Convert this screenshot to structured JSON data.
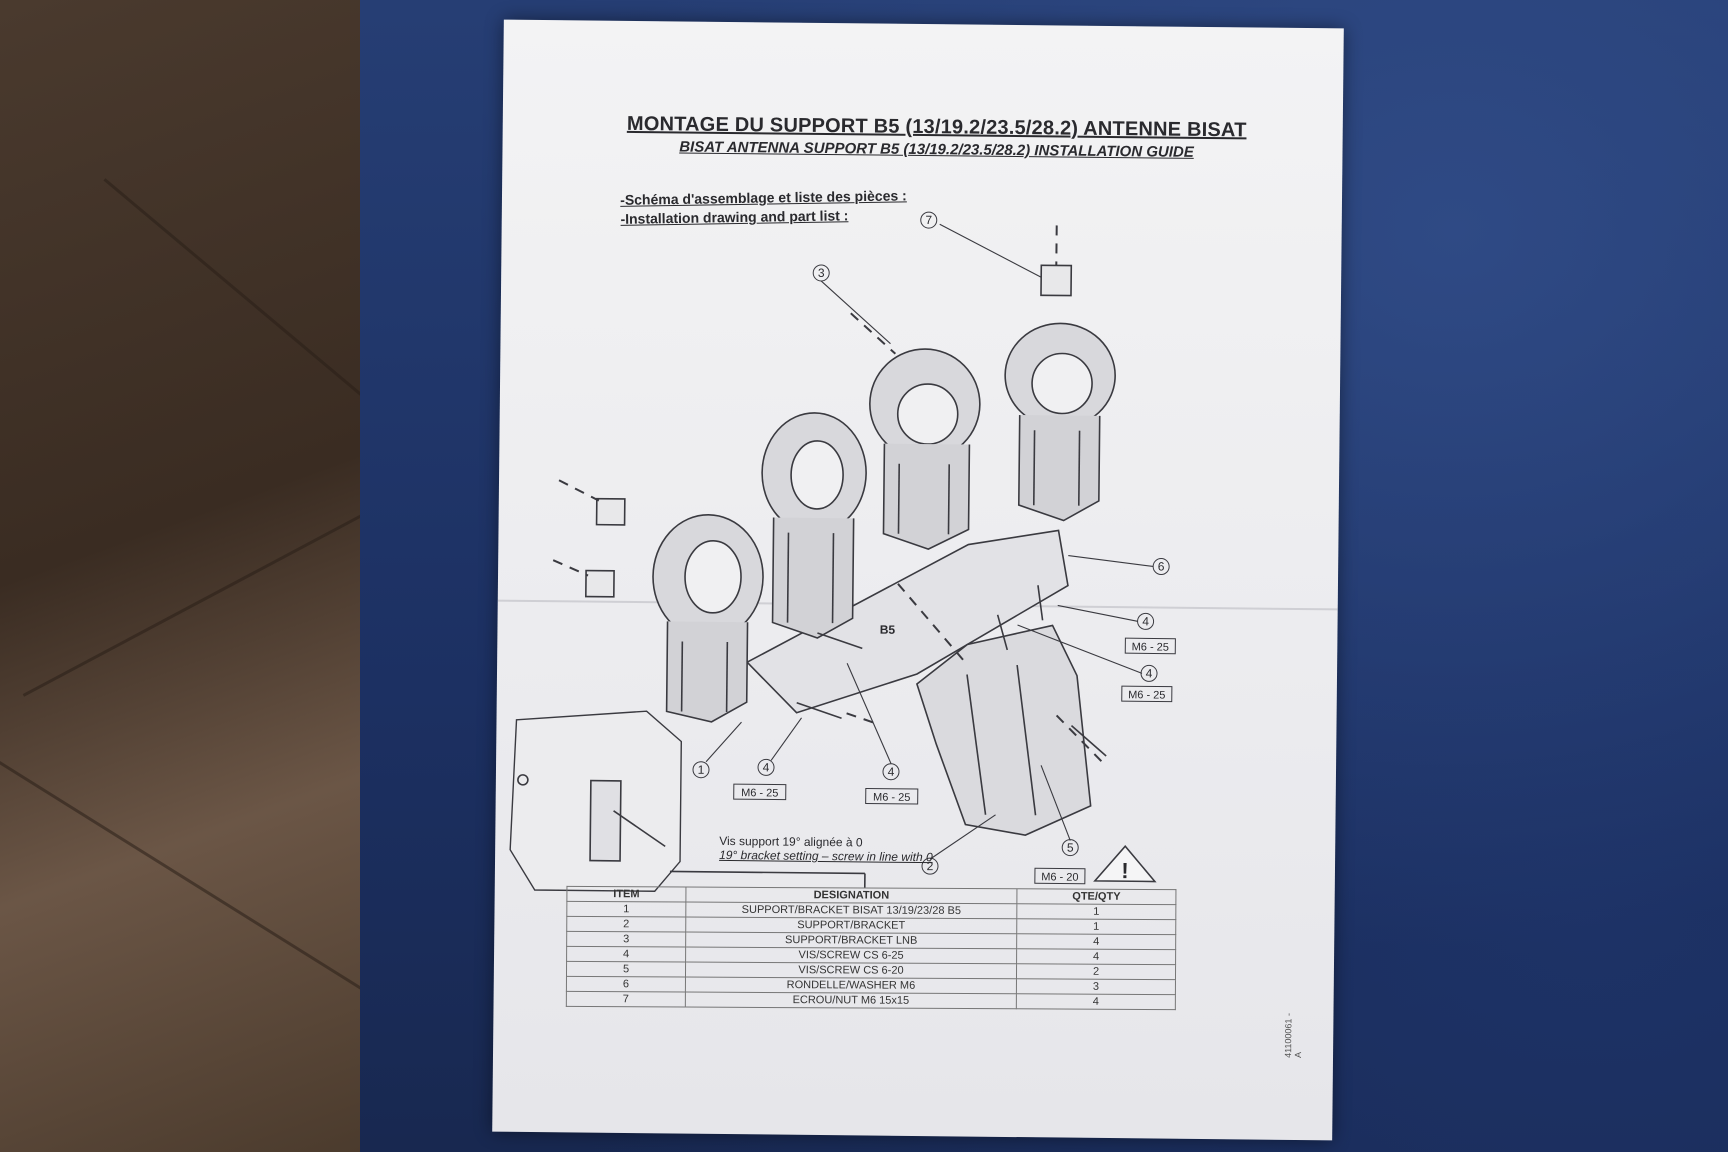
{
  "document": {
    "title": "MONTAGE DU SUPPORT B5 (13/19.2/23.5/28.2) ANTENNE BISAT",
    "subtitle": "BISAT ANTENNA SUPPORT B5 (13/19.2/23.5/28.2) INSTALLATION GUIDE",
    "schema_fr": "-Schéma d'assemblage et liste des pièces :",
    "schema_en": "-Installation drawing and part list :",
    "inset_note_fr": "Vis support 19° alignée à 0",
    "inset_note_en": "19° bracket setting – screw in line with 0",
    "part_mark": "B5",
    "warning_symbol": "!",
    "doc_ref": "41100061 - A"
  },
  "callouts": {
    "c1": "1",
    "c2": "2",
    "c3": "3",
    "c4a": "4",
    "c4b": "4",
    "c4c": "4",
    "c4d": "4",
    "c5": "5",
    "c6": "6",
    "c7": "7",
    "m6_25_a": "M6 - 25",
    "m6_25_b": "M6 - 25",
    "m6_25_c": "M6 - 25",
    "m6_25_d": "M6 - 25",
    "m6_20": "M6 - 20"
  },
  "parts_table": {
    "headers": [
      "ITEM",
      "DESIGNATION",
      "QTE/QTY"
    ],
    "rows": [
      [
        "1",
        "SUPPORT/BRACKET BISAT 13/19/23/28 B5",
        "1"
      ],
      [
        "2",
        "SUPPORT/BRACKET",
        "1"
      ],
      [
        "3",
        "SUPPORT/BRACKET LNB",
        "4"
      ],
      [
        "4",
        "VIS/SCREW CS 6-25",
        "4"
      ],
      [
        "5",
        "VIS/SCREW CS 6-20",
        "2"
      ],
      [
        "6",
        "RONDELLE/WASHER M6",
        "3"
      ],
      [
        "7",
        "ECROU/NUT M6 15x15",
        "4"
      ]
    ]
  }
}
